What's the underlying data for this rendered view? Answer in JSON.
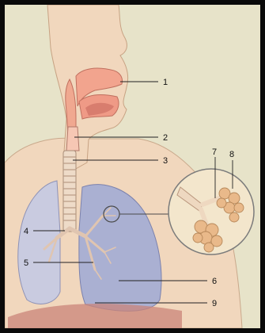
{
  "labels": [
    {
      "id": "label-1",
      "text": "1"
    },
    {
      "id": "label-2",
      "text": "2"
    },
    {
      "id": "label-3",
      "text": "3"
    },
    {
      "id": "label-4",
      "text": "4"
    },
    {
      "id": "label-5",
      "text": "5"
    },
    {
      "id": "label-6",
      "text": "6"
    },
    {
      "id": "label-7",
      "text": "7"
    },
    {
      "id": "label-8",
      "text": "8"
    },
    {
      "id": "label-9",
      "text": "9"
    }
  ],
  "colors": {
    "background": "#e7e3c9",
    "skin": "#f1d7bd",
    "airway": "#f0a890",
    "lung": "#aab0d2",
    "alveoli": "#e9b98a",
    "border": "#0a0a0a"
  }
}
